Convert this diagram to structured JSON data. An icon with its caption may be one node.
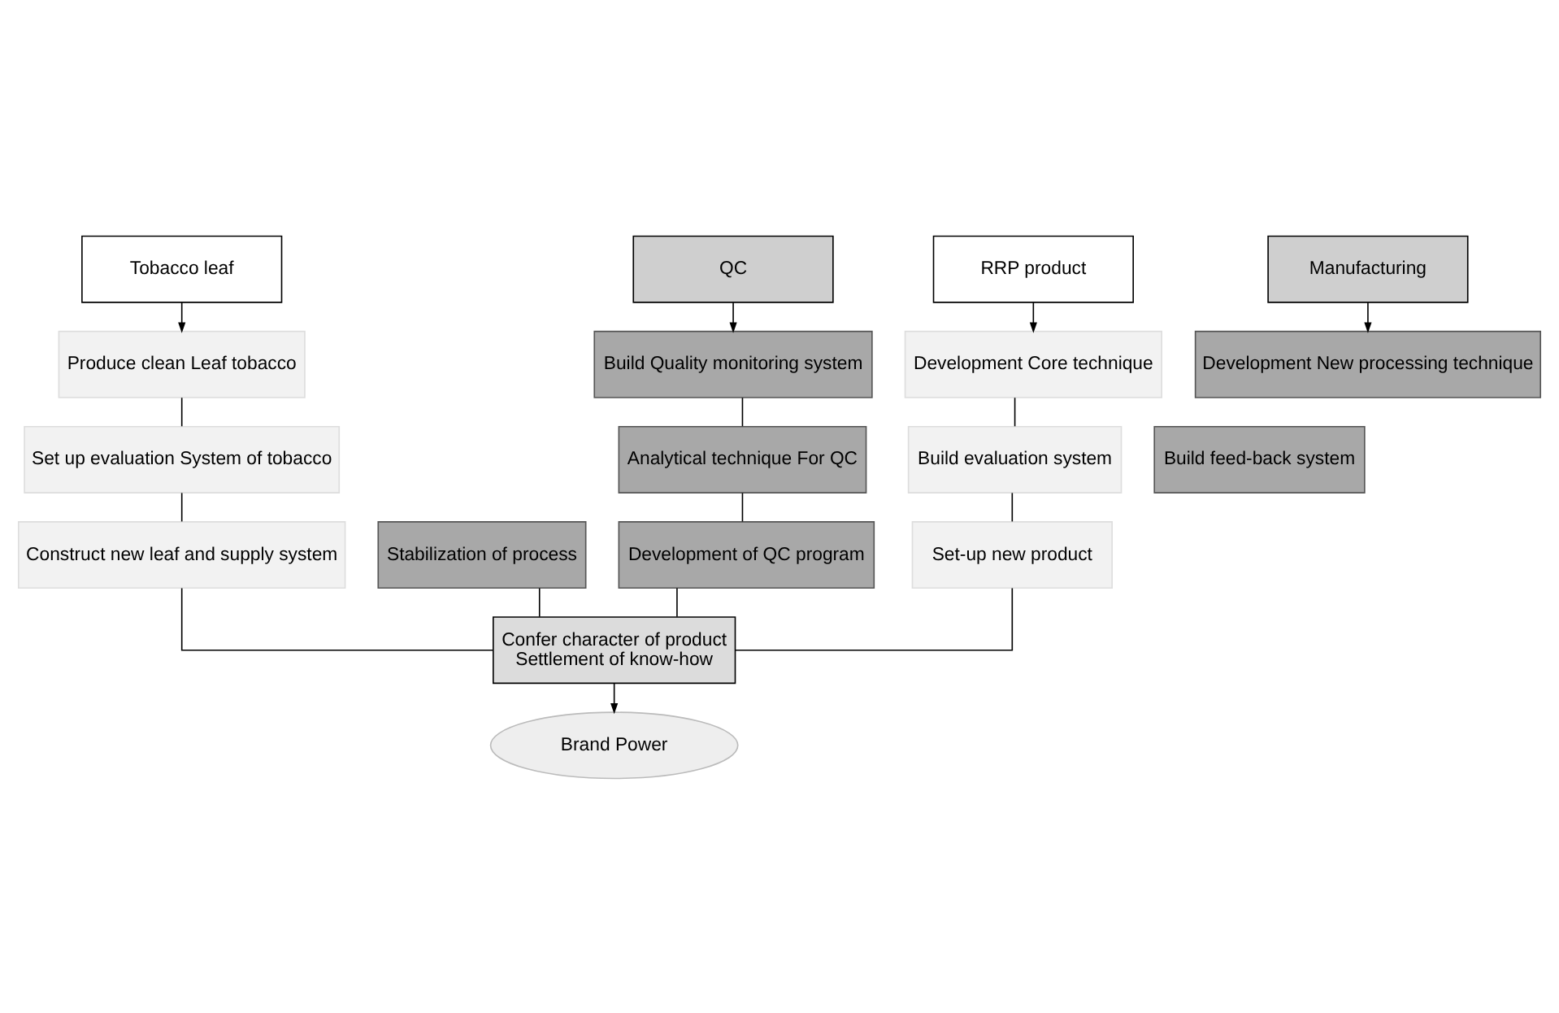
{
  "diagram": {
    "nodes": [
      {
        "text": [
          "Tobacco leaf"
        ]
      },
      {
        "text": [
          "Produce clean Leaf tobacco"
        ]
      },
      {
        "text": [
          "Set up evaluation System of tobacco"
        ]
      },
      {
        "text": [
          "Construct new leaf and supply system"
        ]
      },
      {
        "text": [
          "Manufacturing"
        ]
      },
      {
        "text": [
          "Development New processing technique"
        ]
      },
      {
        "text": [
          "Build feed-back system"
        ]
      },
      {
        "text": [
          "Stabilization of process"
        ]
      },
      {
        "text": [
          "QC"
        ]
      },
      {
        "text": [
          "Build Quality monitoring system"
        ]
      },
      {
        "text": [
          "Analytical technique For QC"
        ]
      },
      {
        "text": [
          "Development of QC program"
        ]
      },
      {
        "text": [
          "RRP product"
        ]
      },
      {
        "text": [
          "Development Core technique"
        ]
      },
      {
        "text": [
          "Build evaluation system"
        ]
      },
      {
        "text": [
          "Set-up new product"
        ]
      },
      {
        "text": [
          "Confer character of product",
          "Settlement of know-how"
        ]
      },
      {
        "text": [
          "Brand Power"
        ]
      }
    ],
    "edges": [
      {
        "from": 0,
        "to": 1,
        "arrow": "to"
      },
      {
        "from": 1,
        "to": 2,
        "arrow": "none"
      },
      {
        "from": 2,
        "to": 3,
        "arrow": "none"
      },
      {
        "from": 4,
        "to": 5,
        "arrow": "to"
      },
      {
        "from": 8,
        "to": 9,
        "arrow": "to"
      },
      {
        "from": 9,
        "to": 10,
        "arrow": "none"
      },
      {
        "from": 10,
        "to": 11,
        "arrow": "none"
      },
      {
        "from": 12,
        "to": 13,
        "arrow": "to"
      },
      {
        "from": 13,
        "to": 14,
        "arrow": "none"
      },
      {
        "from": 14,
        "to": 15,
        "arrow": "none"
      },
      {
        "from": 3,
        "to": 16,
        "arrow": "none"
      },
      {
        "from": 7,
        "to": 16,
        "arrow": "none"
      },
      {
        "from": 11,
        "to": 16,
        "arrow": "none"
      },
      {
        "from": 15,
        "to": 16,
        "arrow": "none"
      },
      {
        "from": 16,
        "to": 17,
        "arrow": "to"
      }
    ]
  }
}
